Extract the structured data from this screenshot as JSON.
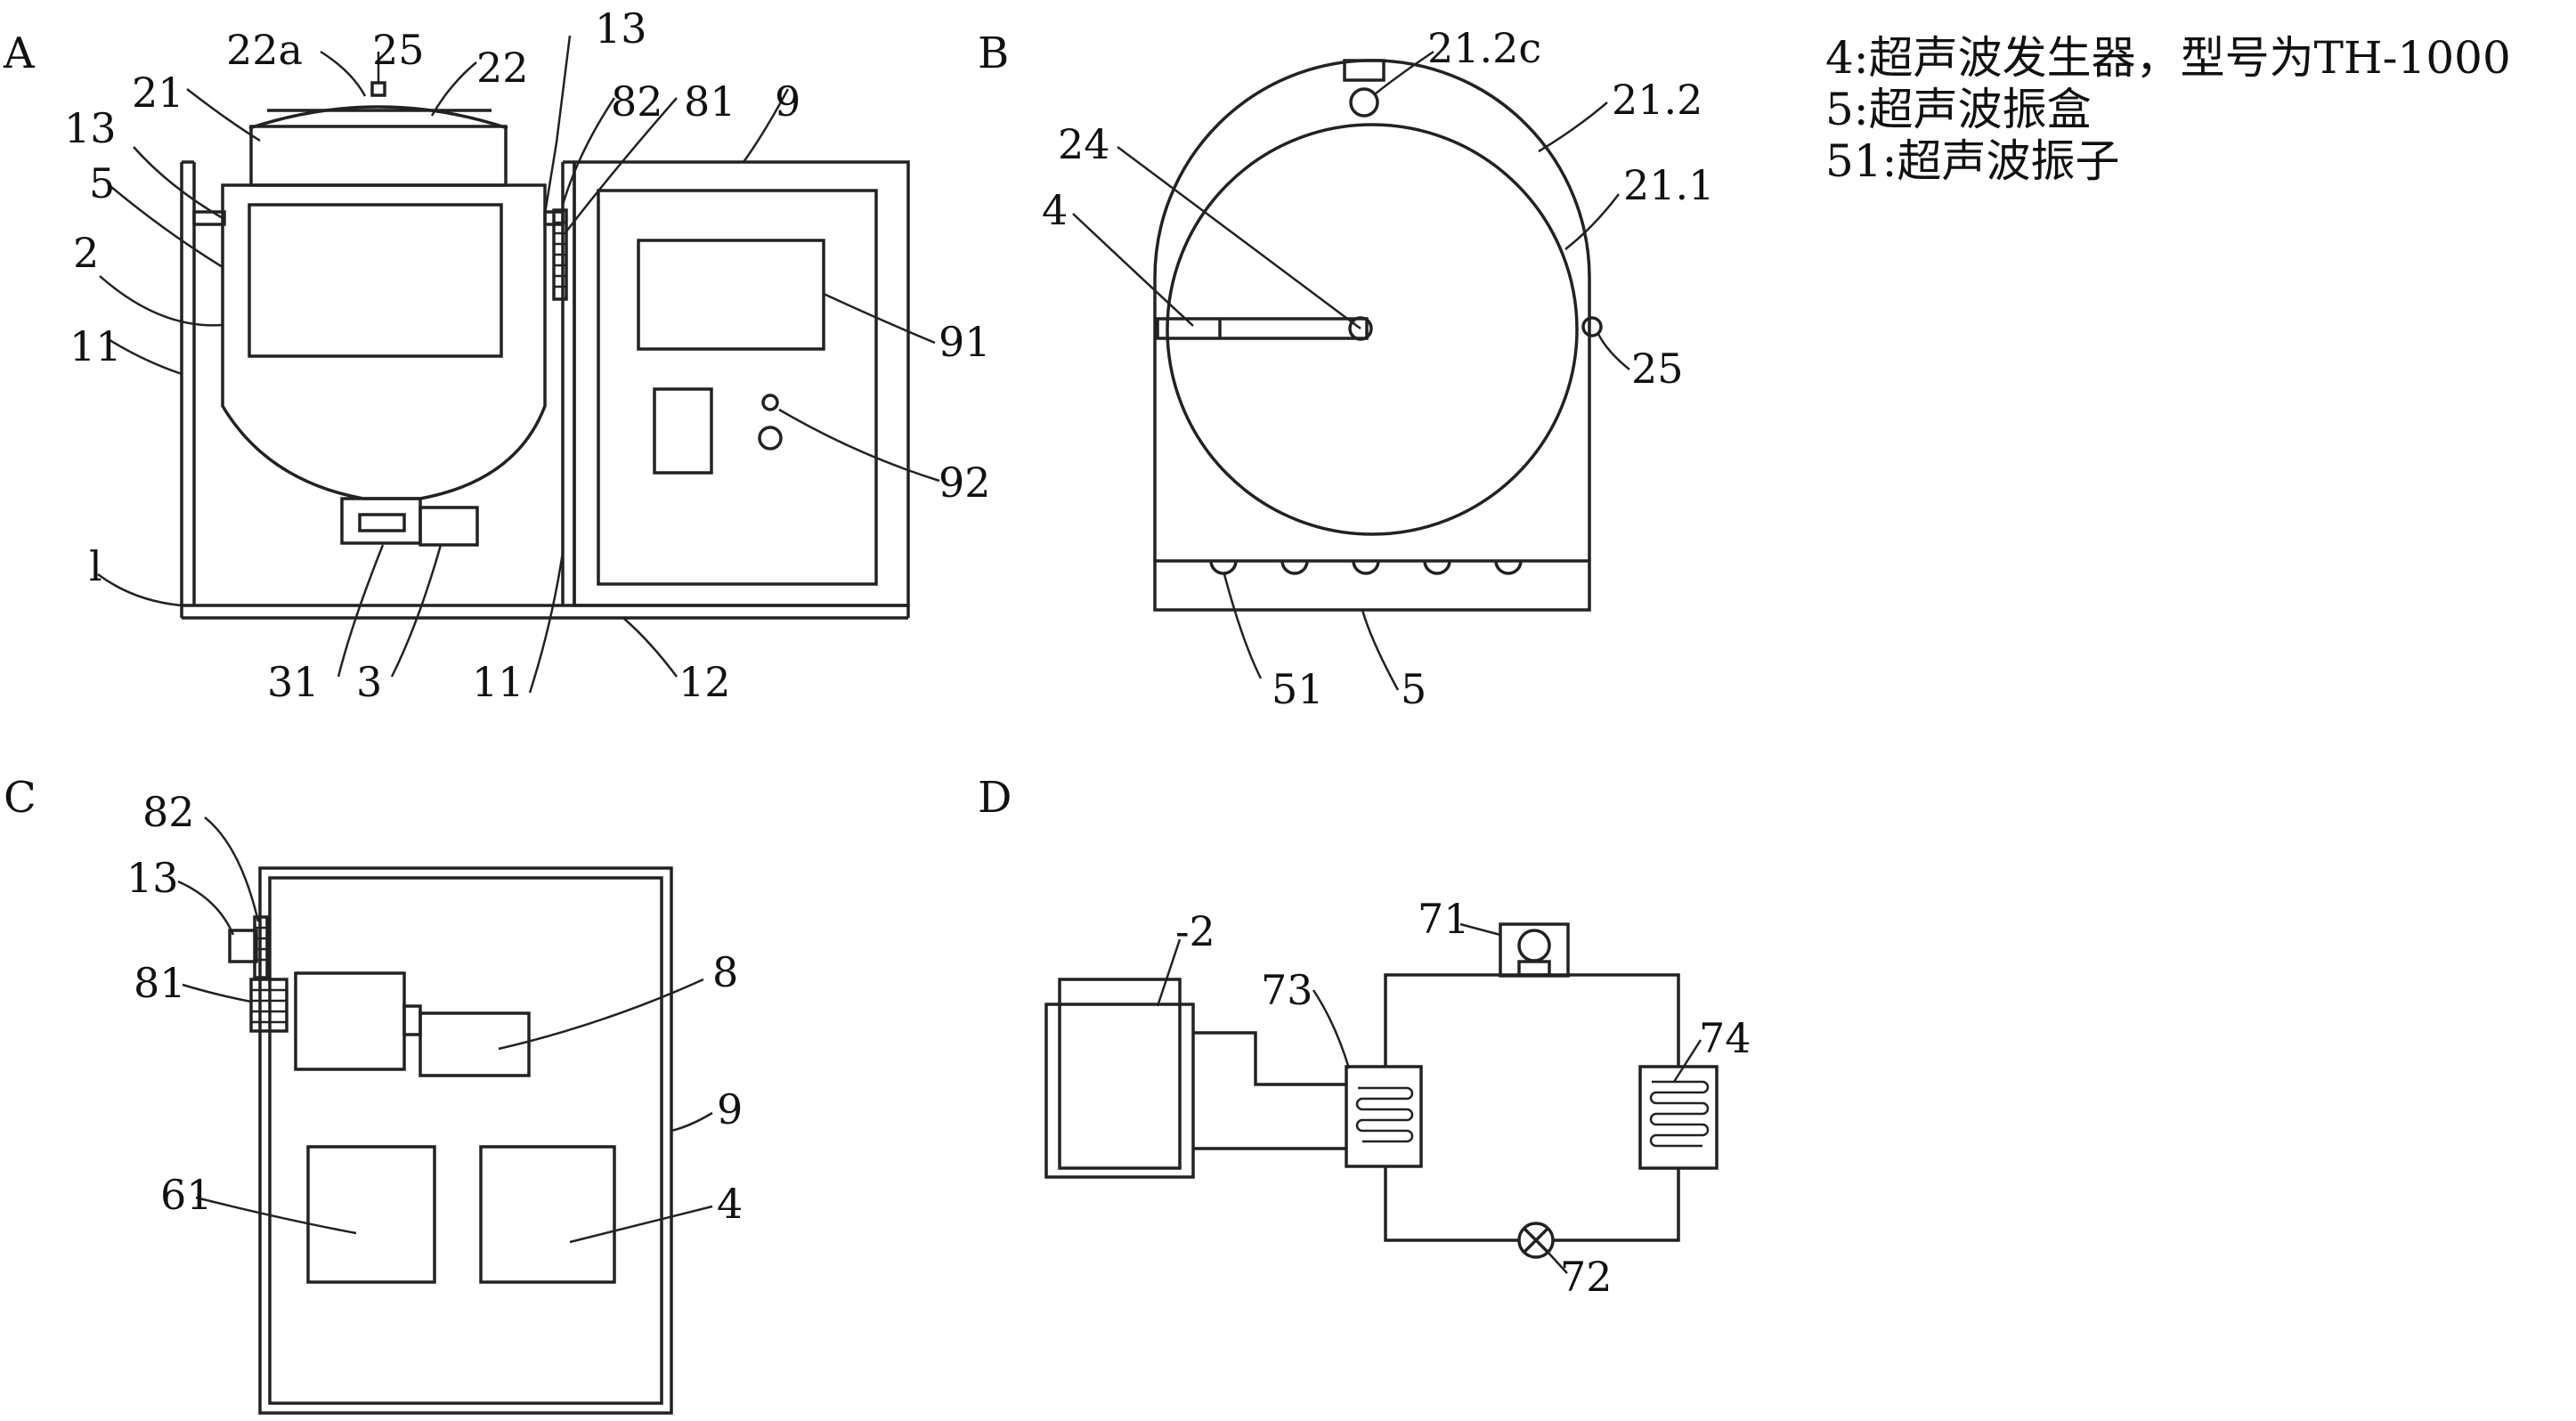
{
  "panels": {
    "a": {
      "letter": "A",
      "labels": {
        "l22a": "22a",
        "l25": "25",
        "l22": "22",
        "l21": "21",
        "l13a": "13",
        "l13b": "13",
        "l82": "82",
        "l81": "81",
        "l9": "9",
        "l5": "5",
        "l2": "2",
        "l11a": "11",
        "l91": "91",
        "l92": "92",
        "l1": "l",
        "l31": "31",
        "l3": "3",
        "l11b": "11",
        "l12": "12"
      }
    },
    "b": {
      "letter": "B",
      "labels": {
        "l212c": "21.2c",
        "l212": "21.2",
        "l211": "21.1",
        "l24": "24",
        "l4": "4",
        "l25": "25",
        "l51": "51",
        "l5": "5"
      }
    },
    "c": {
      "letter": "C",
      "labels": {
        "l82": "82",
        "l13": "13",
        "l81": "81",
        "l8": "8",
        "l9": "9",
        "l61": "61",
        "l4": "4"
      }
    },
    "d": {
      "letter": "D",
      "labels": {
        "l2": "-2",
        "l71": "71",
        "l73": "73",
        "l74": "74",
        "l72": "72"
      }
    }
  },
  "legend": {
    "line1": "4:超声波发生器，型号为TH-1000",
    "line2": "5:超声波振盒",
    "line3": "51:超声波振子"
  }
}
